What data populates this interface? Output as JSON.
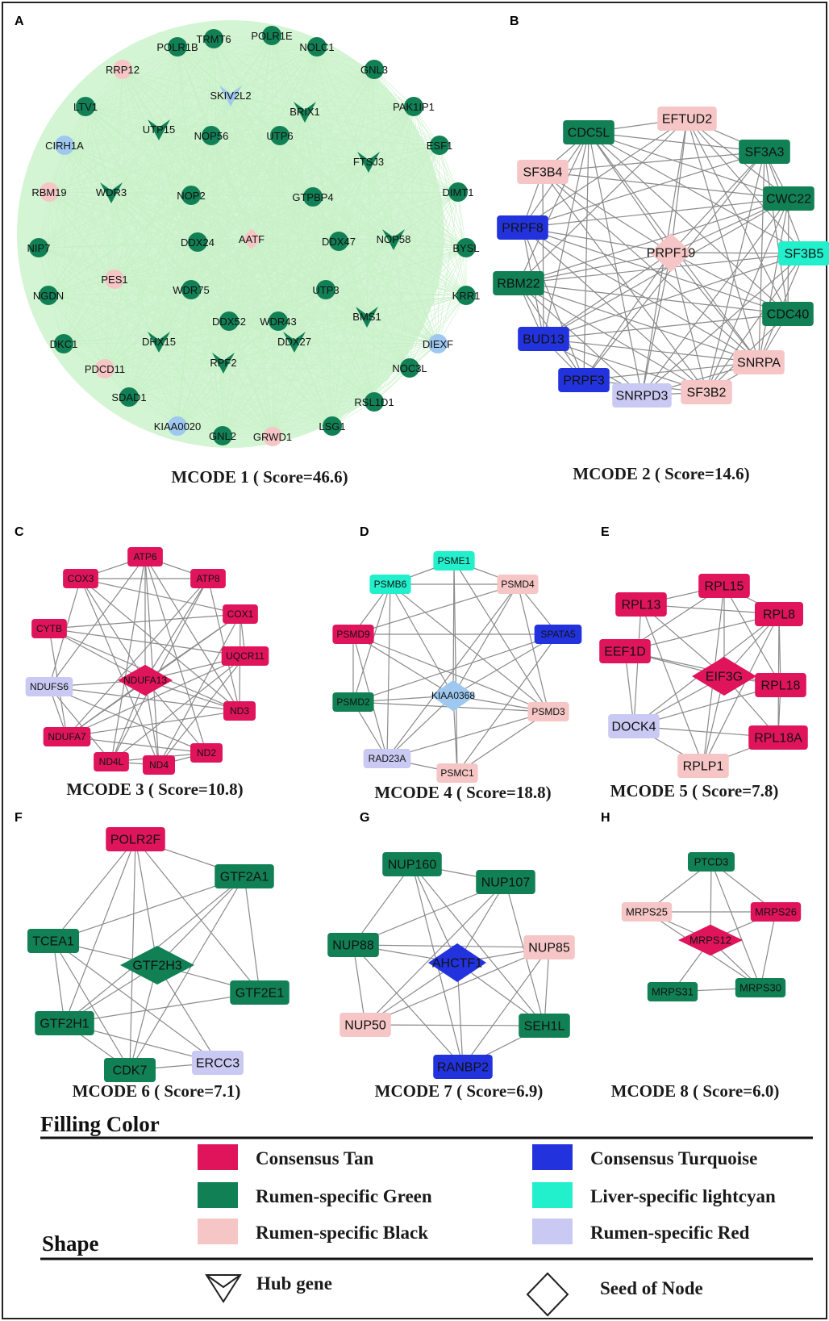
{
  "colors": {
    "tan": "#e0145a",
    "green": "#118055",
    "turquoise": "#2233dd",
    "black": "#f6c6c6",
    "lightcyan": "#22f0cc",
    "red": "#c9c9f3",
    "module1_background": "#d4f5d4",
    "mcode1_light": "#9ec8ef",
    "edge": "#8a8a8a"
  },
  "panels": [
    {
      "letter": "A",
      "caption": "MCODE 1 ( Score=46.6)",
      "nodes": [
        {
          "label": "TRMT6",
          "color": "green",
          "shape": "circle"
        },
        {
          "label": "POLR1E",
          "color": "green",
          "shape": "circle"
        },
        {
          "label": "NOLC1",
          "color": "green",
          "shape": "circle"
        },
        {
          "label": "GNL3",
          "color": "green",
          "shape": "circle"
        },
        {
          "label": "PAK1IP1",
          "color": "green",
          "shape": "circle"
        },
        {
          "label": "ESF1",
          "color": "green",
          "shape": "circle"
        },
        {
          "label": "DIMT1",
          "color": "green",
          "shape": "circle"
        },
        {
          "label": "BYSL",
          "color": "green",
          "shape": "circle"
        },
        {
          "label": "KRR1",
          "color": "green",
          "shape": "circle"
        },
        {
          "label": "DIEXF",
          "color": "mcode1_light",
          "shape": "circle"
        },
        {
          "label": "NOC3L",
          "color": "green",
          "shape": "circle"
        },
        {
          "label": "RSL1D1",
          "color": "green",
          "shape": "circle"
        },
        {
          "label": "LSG1",
          "color": "green",
          "shape": "circle"
        },
        {
          "label": "GRWD1",
          "color": "black",
          "shape": "circle"
        },
        {
          "label": "GNL2",
          "color": "green",
          "shape": "circle"
        },
        {
          "label": "KIAA0020",
          "color": "mcode1_light",
          "shape": "circle"
        },
        {
          "label": "SDAD1",
          "color": "green",
          "shape": "circle"
        },
        {
          "label": "PDCD11",
          "color": "black",
          "shape": "circle"
        },
        {
          "label": "DKC1",
          "color": "green",
          "shape": "circle"
        },
        {
          "label": "NGDN",
          "color": "green",
          "shape": "circle"
        },
        {
          "label": "NIP7",
          "color": "green",
          "shape": "circle"
        },
        {
          "label": "RBM19",
          "color": "black",
          "shape": "circle"
        },
        {
          "label": "CIRH1A",
          "color": "mcode1_light",
          "shape": "circle"
        },
        {
          "label": "LTV1",
          "color": "green",
          "shape": "circle"
        },
        {
          "label": "RRP12",
          "color": "black",
          "shape": "circle"
        },
        {
          "label": "POLR1B",
          "color": "green",
          "shape": "circle"
        },
        {
          "label": "SKIV2L2",
          "color": "mcode1_light",
          "shape": "hub"
        },
        {
          "label": "BRIX1",
          "color": "green",
          "shape": "hub"
        },
        {
          "label": "UTP15",
          "color": "green",
          "shape": "hub"
        },
        {
          "label": "FTSJ3",
          "color": "green",
          "shape": "hub"
        },
        {
          "label": "NOP56",
          "color": "green",
          "shape": "circle"
        },
        {
          "label": "UTP6",
          "color": "green",
          "shape": "circle"
        },
        {
          "label": "WDR3",
          "color": "green",
          "shape": "hub"
        },
        {
          "label": "NOP2",
          "color": "green",
          "shape": "circle"
        },
        {
          "label": "GTPBP4",
          "color": "green",
          "shape": "circle"
        },
        {
          "label": "AATF",
          "color": "black",
          "shape": "diamond"
        },
        {
          "label": "DDX24",
          "color": "green",
          "shape": "circle"
        },
        {
          "label": "DDX47",
          "color": "green",
          "shape": "circle"
        },
        {
          "label": "NOP58",
          "color": "green",
          "shape": "hub"
        },
        {
          "label": "PES1",
          "color": "black",
          "shape": "circle"
        },
        {
          "label": "WDR75",
          "color": "green",
          "shape": "circle"
        },
        {
          "label": "UTP3",
          "color": "green",
          "shape": "circle"
        },
        {
          "label": "BMS1",
          "color": "green",
          "shape": "hub"
        },
        {
          "label": "DDX52",
          "color": "green",
          "shape": "circle"
        },
        {
          "label": "WDR43",
          "color": "green",
          "shape": "circle"
        },
        {
          "label": "DHX15",
          "color": "green",
          "shape": "hub"
        },
        {
          "label": "DDX27",
          "color": "green",
          "shape": "hub"
        },
        {
          "label": "RPF2",
          "color": "green",
          "shape": "hub"
        }
      ]
    },
    {
      "letter": "B",
      "caption": "MCODE 2 ( Score=14.6)",
      "nodes": [
        {
          "label": "EFTUD2",
          "color": "black",
          "shape": "rect"
        },
        {
          "label": "CDC5L",
          "color": "green",
          "shape": "rect"
        },
        {
          "label": "SF3A3",
          "color": "green",
          "shape": "rect"
        },
        {
          "label": "SF3B4",
          "color": "black",
          "shape": "rect"
        },
        {
          "label": "CWC22",
          "color": "green",
          "shape": "rect"
        },
        {
          "label": "PRPF8",
          "color": "turquoise",
          "shape": "rect"
        },
        {
          "label": "PRPF19",
          "color": "black",
          "shape": "diamond"
        },
        {
          "label": "SF3B5",
          "color": "lightcyan",
          "shape": "rect"
        },
        {
          "label": "RBM22",
          "color": "green",
          "shape": "rect"
        },
        {
          "label": "CDC40",
          "color": "green",
          "shape": "rect"
        },
        {
          "label": "BUD13",
          "color": "turquoise",
          "shape": "rect"
        },
        {
          "label": "SNRPA",
          "color": "black",
          "shape": "rect"
        },
        {
          "label": "PRPF3",
          "color": "turquoise",
          "shape": "rect"
        },
        {
          "label": "SF3B2",
          "color": "black",
          "shape": "rect"
        },
        {
          "label": "SNRPD3",
          "color": "red",
          "shape": "rect"
        }
      ]
    },
    {
      "letter": "C",
      "caption": "MCODE 3 ( Score=10.8)",
      "nodes": [
        {
          "label": "ATP6",
          "color": "tan",
          "shape": "rect"
        },
        {
          "label": "ATP8",
          "color": "tan",
          "shape": "rect"
        },
        {
          "label": "COX3",
          "color": "tan",
          "shape": "rect"
        },
        {
          "label": "COX1",
          "color": "tan",
          "shape": "rect"
        },
        {
          "label": "CYTB",
          "color": "tan",
          "shape": "rect"
        },
        {
          "label": "UQCR11",
          "color": "tan",
          "shape": "rect"
        },
        {
          "label": "NDUFA13",
          "color": "tan",
          "shape": "diamond"
        },
        {
          "label": "NDUFS6",
          "color": "red",
          "shape": "rect"
        },
        {
          "label": "ND3",
          "color": "tan",
          "shape": "rect"
        },
        {
          "label": "NDUFA7",
          "color": "tan",
          "shape": "rect"
        },
        {
          "label": "ND2",
          "color": "tan",
          "shape": "rect"
        },
        {
          "label": "ND4L",
          "color": "tan",
          "shape": "rect"
        },
        {
          "label": "ND4",
          "color": "tan",
          "shape": "rect"
        }
      ]
    },
    {
      "letter": "D",
      "caption": "MCODE 4 ( Score=18.8)",
      "nodes": [
        {
          "label": "PSME1",
          "color": "lightcyan",
          "shape": "rect"
        },
        {
          "label": "PSMB6",
          "color": "lightcyan",
          "shape": "rect"
        },
        {
          "label": "PSMD4",
          "color": "black",
          "shape": "rect"
        },
        {
          "label": "PSMD9",
          "color": "tan",
          "shape": "rect"
        },
        {
          "label": "SPATA5",
          "color": "turquoise",
          "shape": "rect"
        },
        {
          "label": "KIAA0368",
          "color": "mcode1_light",
          "shape": "diamond"
        },
        {
          "label": "PSMD2",
          "color": "green",
          "shape": "rect"
        },
        {
          "label": "PSMD3",
          "color": "black",
          "shape": "rect"
        },
        {
          "label": "RAD23A",
          "color": "red",
          "shape": "rect"
        },
        {
          "label": "PSMC1",
          "color": "black",
          "shape": "rect"
        }
      ]
    },
    {
      "letter": "E",
      "caption": "MCODE 5 ( Score=7.8)",
      "nodes": [
        {
          "label": "RPL15",
          "color": "tan",
          "shape": "rect"
        },
        {
          "label": "RPL13",
          "color": "tan",
          "shape": "rect"
        },
        {
          "label": "RPL8",
          "color": "tan",
          "shape": "rect"
        },
        {
          "label": "EEF1D",
          "color": "tan",
          "shape": "rect"
        },
        {
          "label": "EIF3G",
          "color": "tan",
          "shape": "diamond"
        },
        {
          "label": "RPL18",
          "color": "tan",
          "shape": "rect"
        },
        {
          "label": "DOCK4",
          "color": "red",
          "shape": "rect"
        },
        {
          "label": "RPL18A",
          "color": "tan",
          "shape": "rect"
        },
        {
          "label": "RPLP1",
          "color": "black",
          "shape": "rect"
        }
      ]
    },
    {
      "letter": "F",
      "caption": "MCODE 6 ( Score=7.1)",
      "nodes": [
        {
          "label": "POLR2F",
          "color": "tan",
          "shape": "rect"
        },
        {
          "label": "GTF2A1",
          "color": "green",
          "shape": "rect"
        },
        {
          "label": "TCEA1",
          "color": "green",
          "shape": "rect"
        },
        {
          "label": "GTF2H3",
          "color": "green",
          "shape": "diamond"
        },
        {
          "label": "GTF2E1",
          "color": "green",
          "shape": "rect"
        },
        {
          "label": "GTF2H1",
          "color": "green",
          "shape": "rect"
        },
        {
          "label": "ERCC3",
          "color": "red",
          "shape": "rect"
        },
        {
          "label": "CDK7",
          "color": "green",
          "shape": "rect"
        }
      ]
    },
    {
      "letter": "G",
      "caption": "MCODE 7 ( Score=6.9)",
      "nodes": [
        {
          "label": "NUP160",
          "color": "green",
          "shape": "rect"
        },
        {
          "label": "NUP107",
          "color": "green",
          "shape": "rect"
        },
        {
          "label": "NUP88",
          "color": "green",
          "shape": "rect"
        },
        {
          "label": "NUP85",
          "color": "black",
          "shape": "rect"
        },
        {
          "label": "AHCTF1",
          "color": "turquoise",
          "shape": "diamond"
        },
        {
          "label": "NUP50",
          "color": "black",
          "shape": "rect"
        },
        {
          "label": "SEH1L",
          "color": "green",
          "shape": "rect"
        },
        {
          "label": "RANBP2",
          "color": "turquoise",
          "shape": "rect"
        }
      ]
    },
    {
      "letter": "H",
      "caption": "MCODE 8 ( Score=6.0)",
      "nodes": [
        {
          "label": "PTCD3",
          "color": "green",
          "shape": "rect"
        },
        {
          "label": "MRPS25",
          "color": "black",
          "shape": "rect"
        },
        {
          "label": "MRPS26",
          "color": "tan",
          "shape": "rect"
        },
        {
          "label": "MRPS12",
          "color": "tan",
          "shape": "diamond"
        },
        {
          "label": "MRPS31",
          "color": "green",
          "shape": "rect"
        },
        {
          "label": "MRPS30",
          "color": "green",
          "shape": "rect"
        }
      ]
    }
  ],
  "legend": {
    "filling_heading": "Filling Color",
    "shape_heading": "Shape",
    "fills": [
      {
        "label": "Consensus Tan",
        "color": "tan"
      },
      {
        "label": "Consensus Turquoise",
        "color": "turquoise"
      },
      {
        "label": "Rumen-specific Green",
        "color": "green"
      },
      {
        "label": "Liver-specific lightcyan",
        "color": "lightcyan"
      },
      {
        "label": "Rumen-specific Black",
        "color": "black"
      },
      {
        "label": "Rumen-specific Red",
        "color": "red"
      }
    ],
    "shapes": [
      {
        "label": "Hub gene",
        "shape": "hub"
      },
      {
        "label": "Seed of Node",
        "shape": "diamond"
      }
    ]
  }
}
